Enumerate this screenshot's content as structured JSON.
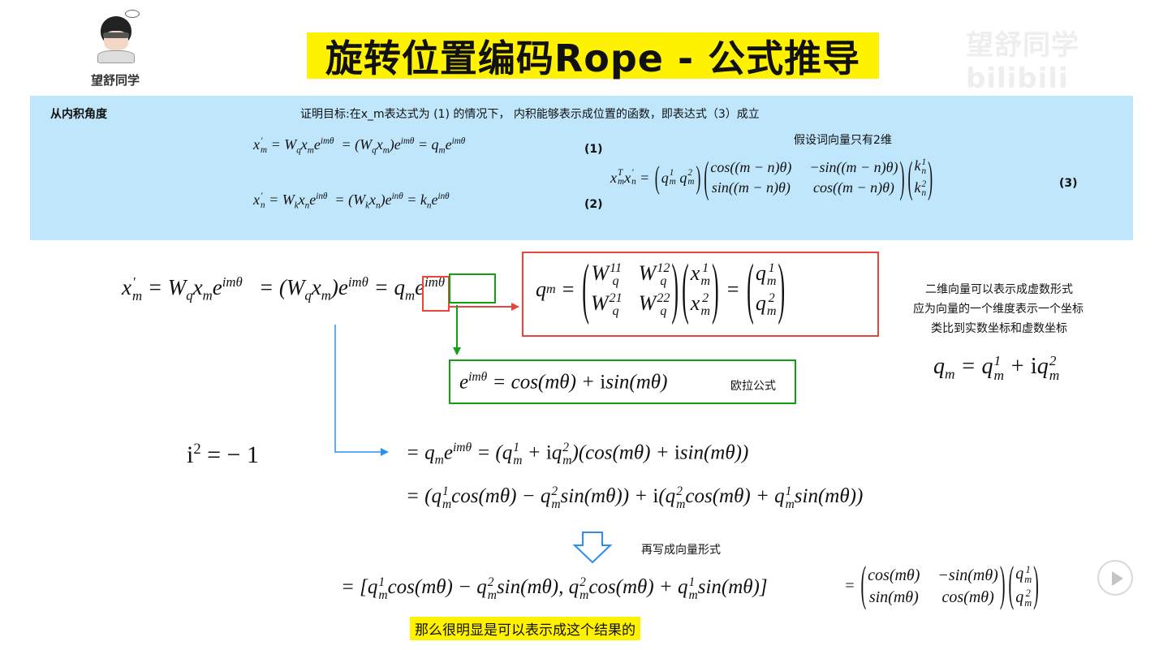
{
  "header": {
    "author": "望舒同学",
    "title": "旋转位置编码Rope - 公式推导",
    "watermark": "望舒同学 bilibili"
  },
  "section": {
    "label": "从内积角度",
    "goal": "证明目标:在x_m表达式为 (1) 的情况下， 内积能够表示成位置的函数，即表达式（3）成立",
    "assumption": "假设词向量只有2维",
    "eq_labels": [
      "(1)",
      "(2)",
      "(3)"
    ]
  },
  "notes": {
    "euler": "欧拉公式",
    "complex_lines": [
      "二维向量可以表示成虚数形式",
      "应为向量的一个维度表示一个坐标",
      "类比到实数坐标和虚数坐标"
    ],
    "rewrite": "再写成向量形式",
    "conclusion": "那么很明显是可以表示成这个结果的"
  },
  "colors": {
    "title_bg": "#fff200",
    "panel_bg": "#bfe6fb",
    "red": "#e8453c",
    "green": "#12a012",
    "blue_arrow": "#2a8ff0"
  }
}
